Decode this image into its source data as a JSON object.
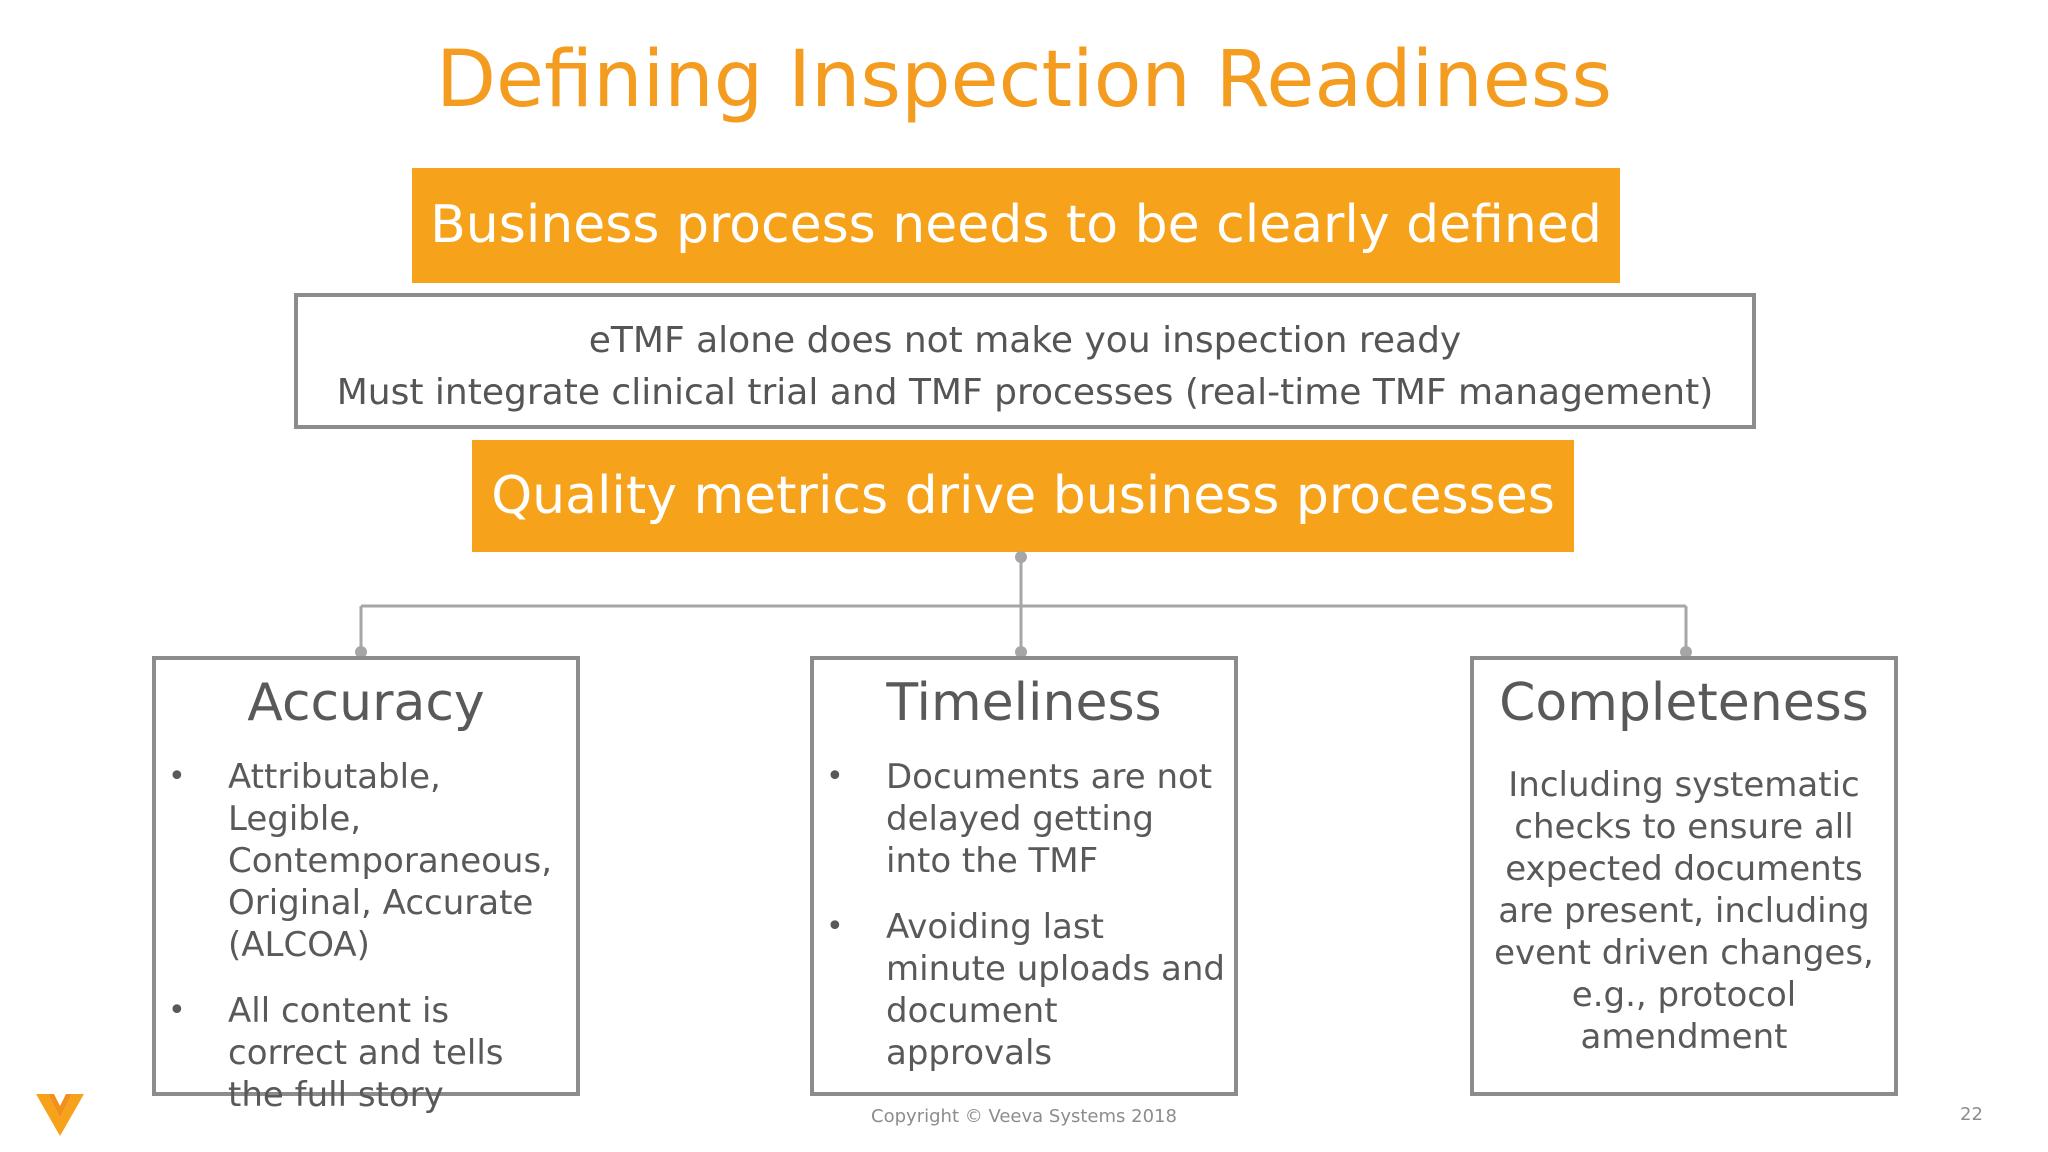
{
  "slide": {
    "title": "Defining Inspection Readiness",
    "banner_business": "Business process needs to be clearly defined",
    "etmf_lines": [
      "eTMF alone does not make you inspection ready",
      "Must integrate clinical trial and TMF processes (real-time TMF management)"
    ],
    "banner_quality": "Quality metrics drive business processes",
    "cards": [
      {
        "title": "Accuracy",
        "bullets": [
          "Attributable, Legible, Contemporaneous, Original, Accurate (ALCOA)",
          "All content is correct and tells the full story"
        ]
      },
      {
        "title": "Timeliness",
        "bullets": [
          "Documents are not delayed getting into the TMF",
          "Avoiding last minute uploads and document approvals"
        ]
      },
      {
        "title": "Completeness",
        "text": "Including systematic checks to ensure all expected documents are present, including event driven changes, e.g., protocol amendment"
      }
    ],
    "bullet_glyph": "•",
    "footer": "Copyright © Veeva Systems 2018",
    "page_number": "22"
  },
  "colors": {
    "accent_orange": "#f7a21b",
    "title_orange": "#f39c1f",
    "box_border": "#8c8c8c",
    "body_text": "#595959"
  },
  "icons": {
    "logo": "veeva-logo-icon"
  }
}
